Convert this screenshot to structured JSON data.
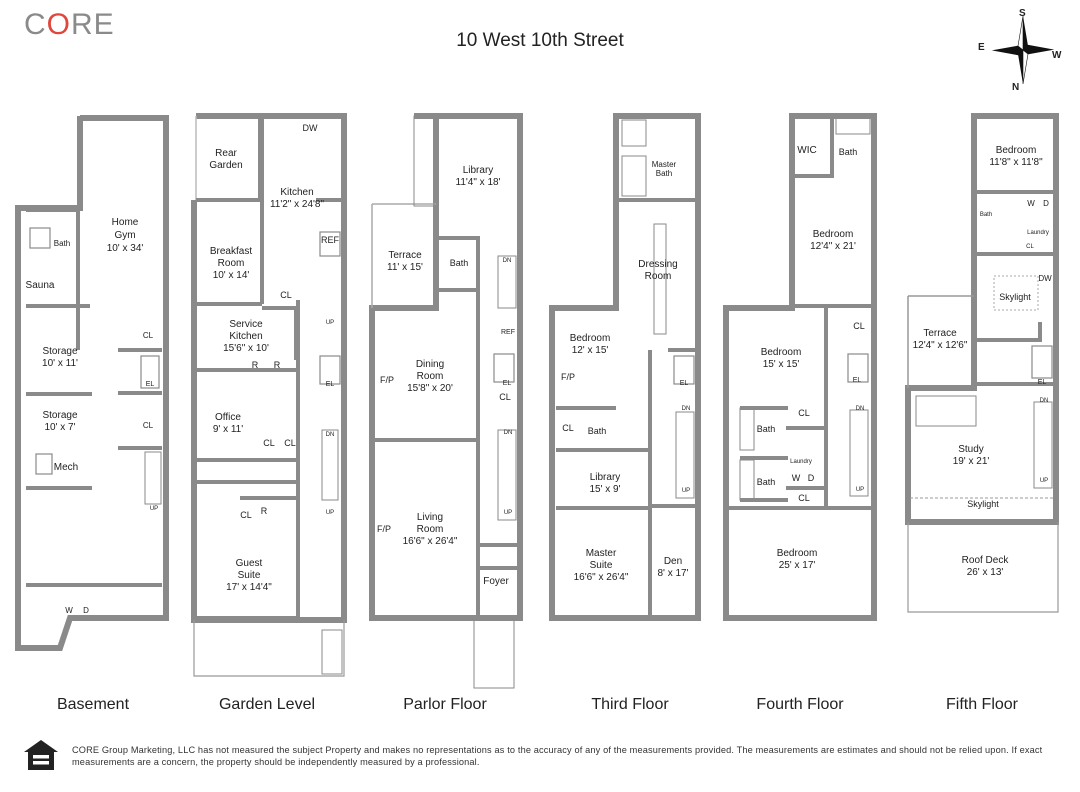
{
  "brand": {
    "logo_text": "CORE"
  },
  "header": {
    "title": "10 West 10th Street"
  },
  "compass": {
    "north": "N",
    "south": "S",
    "east": "E",
    "west": "W"
  },
  "floors": [
    {
      "label": "Basement",
      "rooms": [
        {
          "name": "Home",
          "dims": "Gym"
        },
        {
          "name": "10' x 34'",
          "dims": ""
        },
        {
          "name": "Bath",
          "dims": ""
        },
        {
          "name": "Sauna",
          "dims": ""
        },
        {
          "name": "Storage",
          "dims": "10' x 11'"
        },
        {
          "name": "Storage",
          "dims": "10' x 7'"
        },
        {
          "name": "Mech",
          "dims": ""
        },
        {
          "name": "CL",
          "dims": ""
        },
        {
          "name": "CL",
          "dims": ""
        },
        {
          "name": "EL",
          "dims": ""
        },
        {
          "name": "UP",
          "dims": ""
        },
        {
          "name": "W",
          "dims": ""
        },
        {
          "name": "D",
          "dims": ""
        }
      ]
    },
    {
      "label": "Garden Level",
      "rooms": [
        {
          "name": "Rear",
          "dims": "Garden"
        },
        {
          "name": "DW",
          "dims": ""
        },
        {
          "name": "Kitchen",
          "dims": "11'2\" x 24'8\""
        },
        {
          "name": "REF",
          "dims": ""
        },
        {
          "name": "Breakfast",
          "dims": "Room"
        },
        {
          "name": "10' x 14'",
          "dims": ""
        },
        {
          "name": "CL",
          "dims": ""
        },
        {
          "name": "Service",
          "dims": "Kitchen"
        },
        {
          "name": "15'6\" x 10'",
          "dims": ""
        },
        {
          "name": "R",
          "dims": ""
        },
        {
          "name": "R",
          "dims": ""
        },
        {
          "name": "Office",
          "dims": "9' x 11'"
        },
        {
          "name": "CL",
          "dims": ""
        },
        {
          "name": "CL",
          "dims": ""
        },
        {
          "name": "CL",
          "dims": ""
        },
        {
          "name": "R",
          "dims": ""
        },
        {
          "name": "Guest",
          "dims": "Suite"
        },
        {
          "name": "17' x 14'4\"",
          "dims": ""
        },
        {
          "name": "EL",
          "dims": ""
        },
        {
          "name": "UP",
          "dims": ""
        },
        {
          "name": "DN",
          "dims": ""
        },
        {
          "name": "UP",
          "dims": ""
        }
      ]
    },
    {
      "label": "Parlor Floor",
      "rooms": [
        {
          "name": "Library",
          "dims": "11'4\" x 18'"
        },
        {
          "name": "Terrace",
          "dims": "11' x 15'"
        },
        {
          "name": "Bath",
          "dims": ""
        },
        {
          "name": "DN",
          "dims": ""
        },
        {
          "name": "REF",
          "dims": ""
        },
        {
          "name": "Dining",
          "dims": "Room"
        },
        {
          "name": "15'8\" x 20'",
          "dims": ""
        },
        {
          "name": "F/P",
          "dims": ""
        },
        {
          "name": "EL",
          "dims": ""
        },
        {
          "name": "CL",
          "dims": ""
        },
        {
          "name": "DN",
          "dims": ""
        },
        {
          "name": "UP",
          "dims": ""
        },
        {
          "name": "Living",
          "dims": "Room"
        },
        {
          "name": "16'6\" x 26'4\"",
          "dims": ""
        },
        {
          "name": "F/P",
          "dims": ""
        },
        {
          "name": "Foyer",
          "dims": ""
        }
      ]
    },
    {
      "label": "Third Floor",
      "rooms": [
        {
          "name": "Master",
          "dims": "Bath"
        },
        {
          "name": "Dressing",
          "dims": "Room"
        },
        {
          "name": "Bedroom",
          "dims": "12' x 15'"
        },
        {
          "name": "F/P",
          "dims": ""
        },
        {
          "name": "CL",
          "dims": ""
        },
        {
          "name": "Bath",
          "dims": ""
        },
        {
          "name": "EL",
          "dims": ""
        },
        {
          "name": "DN",
          "dims": ""
        },
        {
          "name": "UP",
          "dims": ""
        },
        {
          "name": "Library",
          "dims": "15' x 9'"
        },
        {
          "name": "Master",
          "dims": "Suite"
        },
        {
          "name": "16'6\" x 26'4\"",
          "dims": ""
        },
        {
          "name": "Den",
          "dims": "8' x 17'"
        }
      ]
    },
    {
      "label": "Fourth Floor",
      "rooms": [
        {
          "name": "WIC",
          "dims": ""
        },
        {
          "name": "Bath",
          "dims": ""
        },
        {
          "name": "Bedroom",
          "dims": "12'4\" x 21'"
        },
        {
          "name": "CL",
          "dims": ""
        },
        {
          "name": "Bedroom",
          "dims": "15' x 15'"
        },
        {
          "name": "EL",
          "dims": ""
        },
        {
          "name": "CL",
          "dims": ""
        },
        {
          "name": "Bath",
          "dims": ""
        },
        {
          "name": "Laundry",
          "dims": ""
        },
        {
          "name": "W",
          "dims": ""
        },
        {
          "name": "D",
          "dims": ""
        },
        {
          "name": "Bath",
          "dims": ""
        },
        {
          "name": "CL",
          "dims": ""
        },
        {
          "name": "DN",
          "dims": ""
        },
        {
          "name": "UP",
          "dims": ""
        },
        {
          "name": "Bedroom",
          "dims": "25' x 17'"
        }
      ]
    },
    {
      "label": "Fifth Floor",
      "rooms": [
        {
          "name": "Bedroom",
          "dims": "11'8\" x 11'8\""
        },
        {
          "name": "Bath",
          "dims": ""
        },
        {
          "name": "W",
          "dims": ""
        },
        {
          "name": "D",
          "dims": ""
        },
        {
          "name": "Laundry",
          "dims": ""
        },
        {
          "name": "CL",
          "dims": ""
        },
        {
          "name": "DW",
          "dims": ""
        },
        {
          "name": "Skylight",
          "dims": ""
        },
        {
          "name": "Terrace",
          "dims": "12'4\" x 12'6\""
        },
        {
          "name": "EL",
          "dims": ""
        },
        {
          "name": "DN",
          "dims": ""
        },
        {
          "name": "Study",
          "dims": "19' x 21'"
        },
        {
          "name": "UP",
          "dims": ""
        },
        {
          "name": "Skylight",
          "dims": ""
        },
        {
          "name": "Roof Deck",
          "dims": "26' x 13'"
        }
      ]
    }
  ],
  "footer": {
    "icon": "equal-housing-icon",
    "disclaimer": "CORE Group Marketing, LLC has not measured the subject Property and makes no representations as to the accuracy of any of the measurements provided. The measurements are estimates and should not be relied upon. If exact measurements are a concern, the property should be independently measured by a professional."
  },
  "colors": {
    "wall": "#8a8a8a",
    "wall_dark": "#7a7a7a",
    "line": "#333333",
    "logo_grey": "#8a8a8a",
    "logo_accent": "#e0463c"
  }
}
